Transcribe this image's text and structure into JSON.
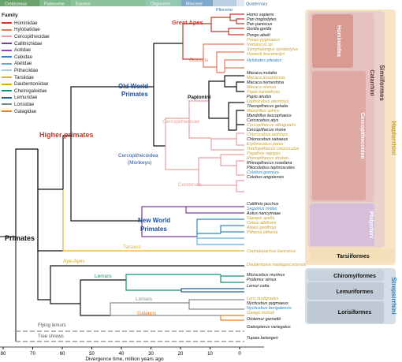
{
  "epochs": [
    {
      "label": "Cretaceous",
      "color": "#6aa36a"
    },
    {
      "label": "Paleocene",
      "color": "#7fb98a"
    },
    {
      "label": "Eocene",
      "color": "#8cc39a"
    },
    {
      "label": "Oligocene",
      "color": "#94c8b0"
    },
    {
      "label": "Miocene",
      "color": "#7fa9c9"
    },
    {
      "label": "Pliocene",
      "color": "#b9cfe2"
    },
    {
      "label": "Quaternary",
      "color": "#dfe8f2"
    }
  ],
  "legend": {
    "title": "Family",
    "items": [
      {
        "label": "Hominidae",
        "color": "#c0392b"
      },
      {
        "label": "Hylobatidae",
        "color": "#e07b5b"
      },
      {
        "label": "Cercopithecidae",
        "color": "#e8a0a0"
      },
      {
        "label": "Callitrichidae",
        "color": "#7d3c98"
      },
      {
        "label": "Aotidae",
        "color": "#8e44ad"
      },
      {
        "label": "Cebidae",
        "color": "#2e86c1"
      },
      {
        "label": "Atelidae",
        "color": "#5dade2"
      },
      {
        "label": "Pitheciidae",
        "color": "#a9cce3"
      },
      {
        "label": "Tarsiidae",
        "color": "#e1b12c"
      },
      {
        "label": "Daubentoniidae",
        "color": "#d4ac0d"
      },
      {
        "label": "Cheirogaleidae",
        "color": "#148f77"
      },
      {
        "label": "Lemuridae",
        "color": "#1f618d"
      },
      {
        "label": "Lorisidae",
        "color": "#7f8c8d"
      },
      {
        "label": "Galagidae",
        "color": "#e67e22"
      }
    ]
  },
  "clades": {
    "primates": "Primates",
    "higher_primates": "Higher primates",
    "old_world": "Old World\nPrimates",
    "old_world_1": "Old World",
    "old_world_2": "Primates",
    "great_apes": "Great Apes",
    "gibbons": "Gibbons",
    "papionini": "Papionini",
    "cercopithecinae": "Cercopithecinae",
    "cercopithecoidea_1": "Cercopithecoidea",
    "cercopithecoidea_2": "(Monkeys)",
    "colobinae": "Colobinae",
    "new_world_1": "New World",
    "new_world_2": "Primates",
    "tarsiers": "Tarsiers",
    "aye_ayes": "Aye-Ayes",
    "lemurs": "Lemurs",
    "lorises": "Lorises",
    "galagos": "Galagos",
    "flying_lemurs": "Flying lemurs",
    "tree_shrews": "Tree shrews"
  },
  "bands": {
    "haplorrhini": "Haplorrhini",
    "simiiformes": "Simiiformes",
    "catarrhini": "Catarrhini",
    "hominoidea": "Hominoidea",
    "cercopithecoidea": "Cercopithecoidea",
    "platyrrhini": "Platyrrhini",
    "tarsiiformes": "Tarsiiformes",
    "strepsirrhini": "Strepsirrhini",
    "chiromyiformes": "Chiromyiformes",
    "lemuriformes": "Lemuriformes",
    "lorisiformes": "Lorisiformes"
  },
  "species": [
    {
      "name": "Homo sapiens",
      "color": "#111111"
    },
    {
      "name": "Pan troglodytes",
      "color": "#111111"
    },
    {
      "name": "Pan paniscus",
      "color": "#111111"
    },
    {
      "name": "Gorilla gorilla",
      "color": "#111111"
    },
    {
      "name": "Pongo abelii",
      "color": "#111111"
    },
    {
      "name": "Pongo pygmaeus",
      "color": "#c9a227"
    },
    {
      "name": "Nomascus sp.",
      "color": "#c9a227"
    },
    {
      "name": "Symphalangus syndactylus",
      "color": "#c9a227"
    },
    {
      "name": "Hoolock leuconedys",
      "color": "#c9a227"
    },
    {
      "name": "Hylobates pileatus",
      "color": "#2e86c1"
    },
    {
      "name": "Macaca mulatta",
      "color": "#111111"
    },
    {
      "name": "Macaca assamensis",
      "color": "#c9a227"
    },
    {
      "name": "Macaca nemestrina",
      "color": "#111111"
    },
    {
      "name": "Macaca silenus",
      "color": "#c9a227"
    },
    {
      "name": "Papio hamadryas",
      "color": "#c9a227"
    },
    {
      "name": "Papio anubis",
      "color": "#111111"
    },
    {
      "name": "Lophocebus aterrimus",
      "color": "#c9a227"
    },
    {
      "name": "Theropithecus gelada",
      "color": "#111111"
    },
    {
      "name": "Mandrillus sphinx",
      "color": "#c9a227"
    },
    {
      "name": "Mandrillus leucophaeus",
      "color": "#111111"
    },
    {
      "name": "Cercocebus atys",
      "color": "#111111"
    },
    {
      "name": "Cercopithecus albogularis",
      "color": "#c9a227"
    },
    {
      "name": "Cercopithecus mona",
      "color": "#111111"
    },
    {
      "name": "Chlorocebus aethiops",
      "color": "#c9a227"
    },
    {
      "name": "Chlorocebus sabaeus",
      "color": "#111111"
    },
    {
      "name": "Erythrocebus patas",
      "color": "#c9a227"
    },
    {
      "name": "Trachypithecus crepusculus",
      "color": "#c9a227"
    },
    {
      "name": "Pygathrix nigripes",
      "color": "#c9a227"
    },
    {
      "name": "Rhinopithecus strykeri",
      "color": "#c9a227"
    },
    {
      "name": "Rhinopithecus roxellana",
      "color": "#111111"
    },
    {
      "name": "Piliocolobus tephrosceles",
      "color": "#111111"
    },
    {
      "name": "Colobus guereza",
      "color": "#2e86c1"
    },
    {
      "name": "Colobus angolensis",
      "color": "#111111"
    },
    {
      "name": "Callithrix jacchus",
      "color": "#111111"
    },
    {
      "name": "Saguinus midas",
      "color": "#2e86c1"
    },
    {
      "name": "Aotus nancymaae",
      "color": "#111111"
    },
    {
      "name": "Sapajus apella",
      "color": "#c9a227"
    },
    {
      "name": "Cebus albifrons",
      "color": "#c9a227"
    },
    {
      "name": "Ateles geoffroyi",
      "color": "#c9a227"
    },
    {
      "name": "Pithecia pithecia",
      "color": "#c9a227"
    },
    {
      "name": "Cephalopachus bancanus",
      "color": "#c9a227"
    },
    {
      "name": "Daubentonia madagascariensis",
      "color": "#c9a227"
    },
    {
      "name": "Microcebus murinus",
      "color": "#111111"
    },
    {
      "name": "Prolemur simus",
      "color": "#111111"
    },
    {
      "name": "Lemur catta",
      "color": "#111111"
    },
    {
      "name": "Loris tardigradus",
      "color": "#c9a227"
    },
    {
      "name": "Nycticebus pygmaeus",
      "color": "#111111"
    },
    {
      "name": "Nycticebus bengalensis",
      "color": "#2e86c1"
    },
    {
      "name": "Galago moholi",
      "color": "#c9a227"
    },
    {
      "name": "Otolemur garnettii",
      "color": "#111111"
    },
    {
      "name": "Galeopterus variegatus",
      "color": "#111111"
    },
    {
      "name": "Tupaia belangeri",
      "color": "#111111"
    }
  ],
  "axis": {
    "label": "Divergence time, million years ago",
    "ticks": [
      "80",
      "70",
      "60",
      "50",
      "40",
      "30",
      "20",
      "10",
      "0"
    ]
  }
}
